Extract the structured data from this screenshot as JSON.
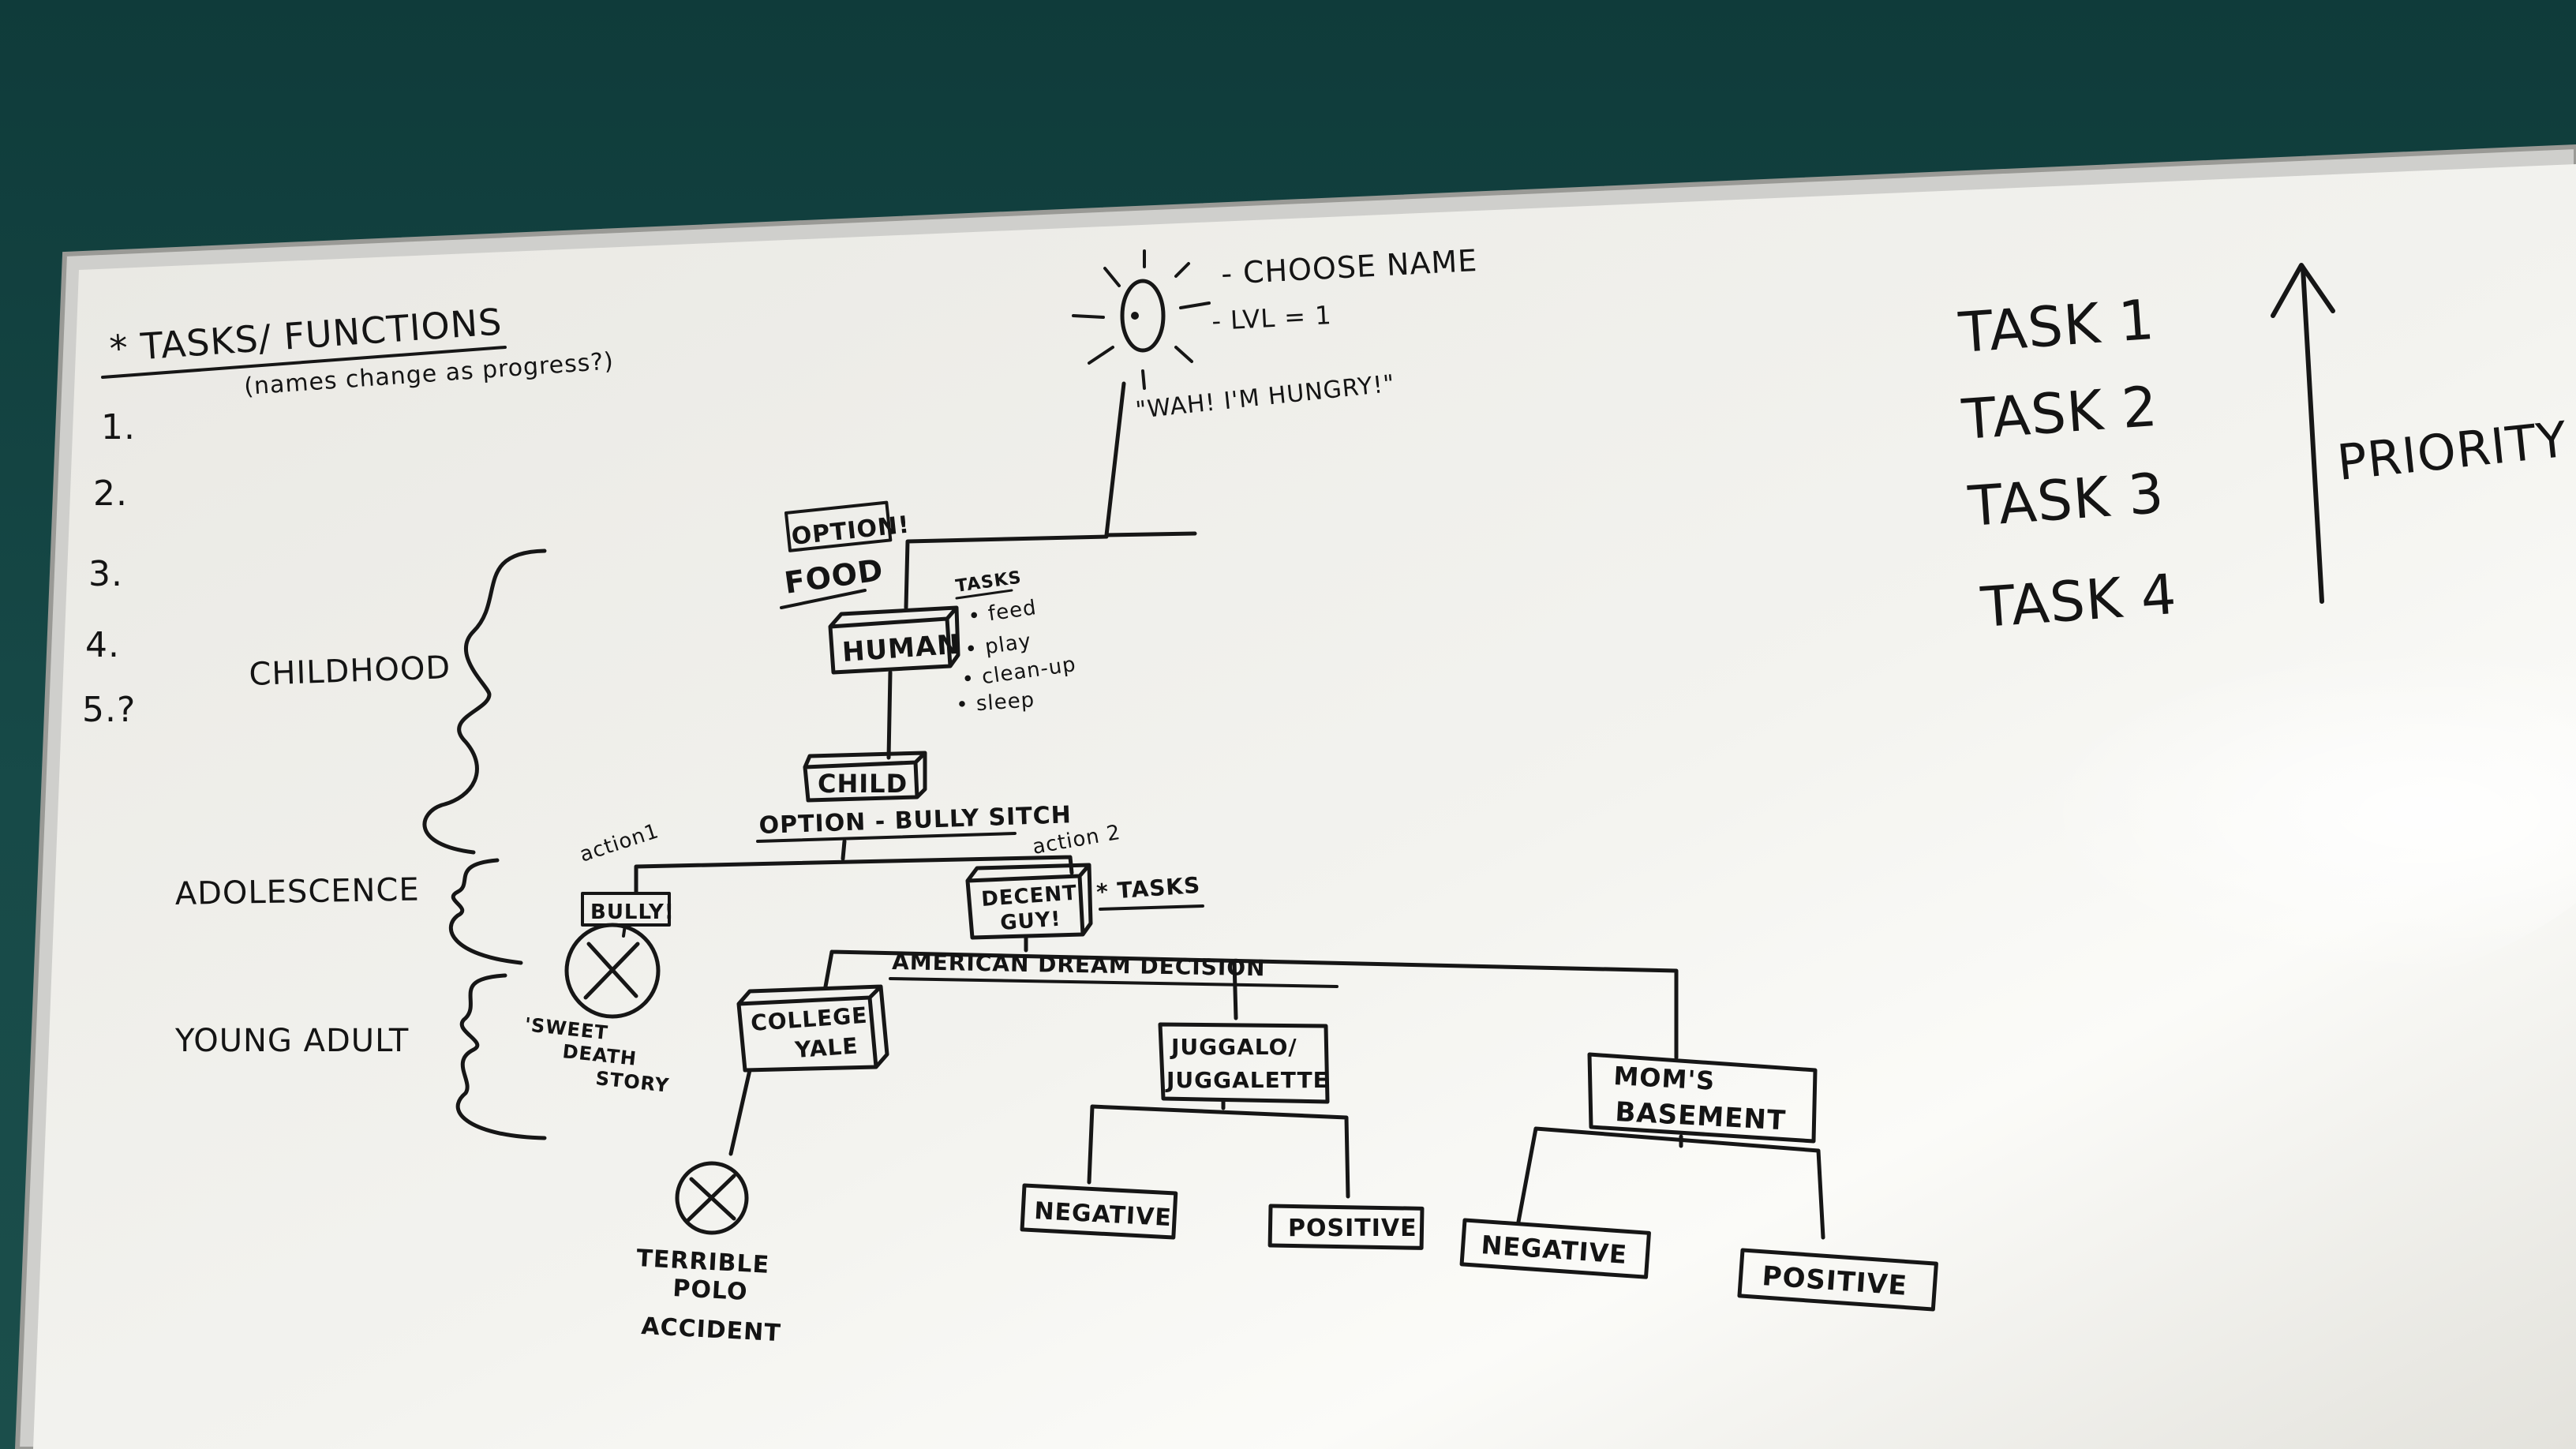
{
  "board": {
    "left_list": {
      "title": "* TASKS/ FUNCTIONS",
      "subtitle": "(names change as progress?)",
      "numbers": [
        "1.",
        "2.",
        "3.",
        "4.",
        "5.?"
      ]
    },
    "life_stages": [
      "CHILDHOOD",
      "ADOLESCENCE",
      "YOUNG ADULT"
    ],
    "top": {
      "choose_name": "- CHOOSE NAME",
      "level": "- LVL = 1",
      "quote": "\"WAH! I'M HUNGRY!\""
    },
    "option_label": "OPTION!",
    "food_label": "FOOD",
    "tasks_list": {
      "header": "TASKS",
      "items": [
        "• feed",
        "• play",
        "• clean-up",
        "• sleep"
      ]
    },
    "boxes": {
      "human": "HUMAN",
      "child": "CHILD",
      "bully": "BULLY!",
      "decent_guy_line1": "DECENT",
      "decent_guy_line2": "GUY!",
      "college_line1": "COLLEGE",
      "college_line2": "YALE",
      "juggalo_line1": "JUGGALO/",
      "juggalo_line2": "JUGGALETTE",
      "moms_line1": "MOM'S",
      "moms_line2": "BASEMENT",
      "negative_1": "NEGATIVE",
      "positive_1": "POSITIVE",
      "negative_2": "NEGATIVE",
      "positive_2": "POSITIVE"
    },
    "labels": {
      "option_bully": "OPTION - BULLY SITCH",
      "action1": "action1",
      "action2": "action 2",
      "tasks_note": "* TASKS",
      "american_dream": "AMERICAN DREAM DECISION",
      "sweet_death_1": "'SWEET",
      "sweet_death_2": "DEATH",
      "sweet_death_3": "STORY",
      "polo_1": "TERRIBLE",
      "polo_2": "POLO",
      "polo_3": "ACCIDENT"
    },
    "priority_list": {
      "tasks": [
        "TASK 1",
        "TASK 2",
        "TASK 3",
        "TASK 4"
      ],
      "label": "PRIORITY"
    },
    "colors": {
      "wall": "#174a48",
      "board": "#efeeea",
      "ink": "#161616"
    }
  }
}
